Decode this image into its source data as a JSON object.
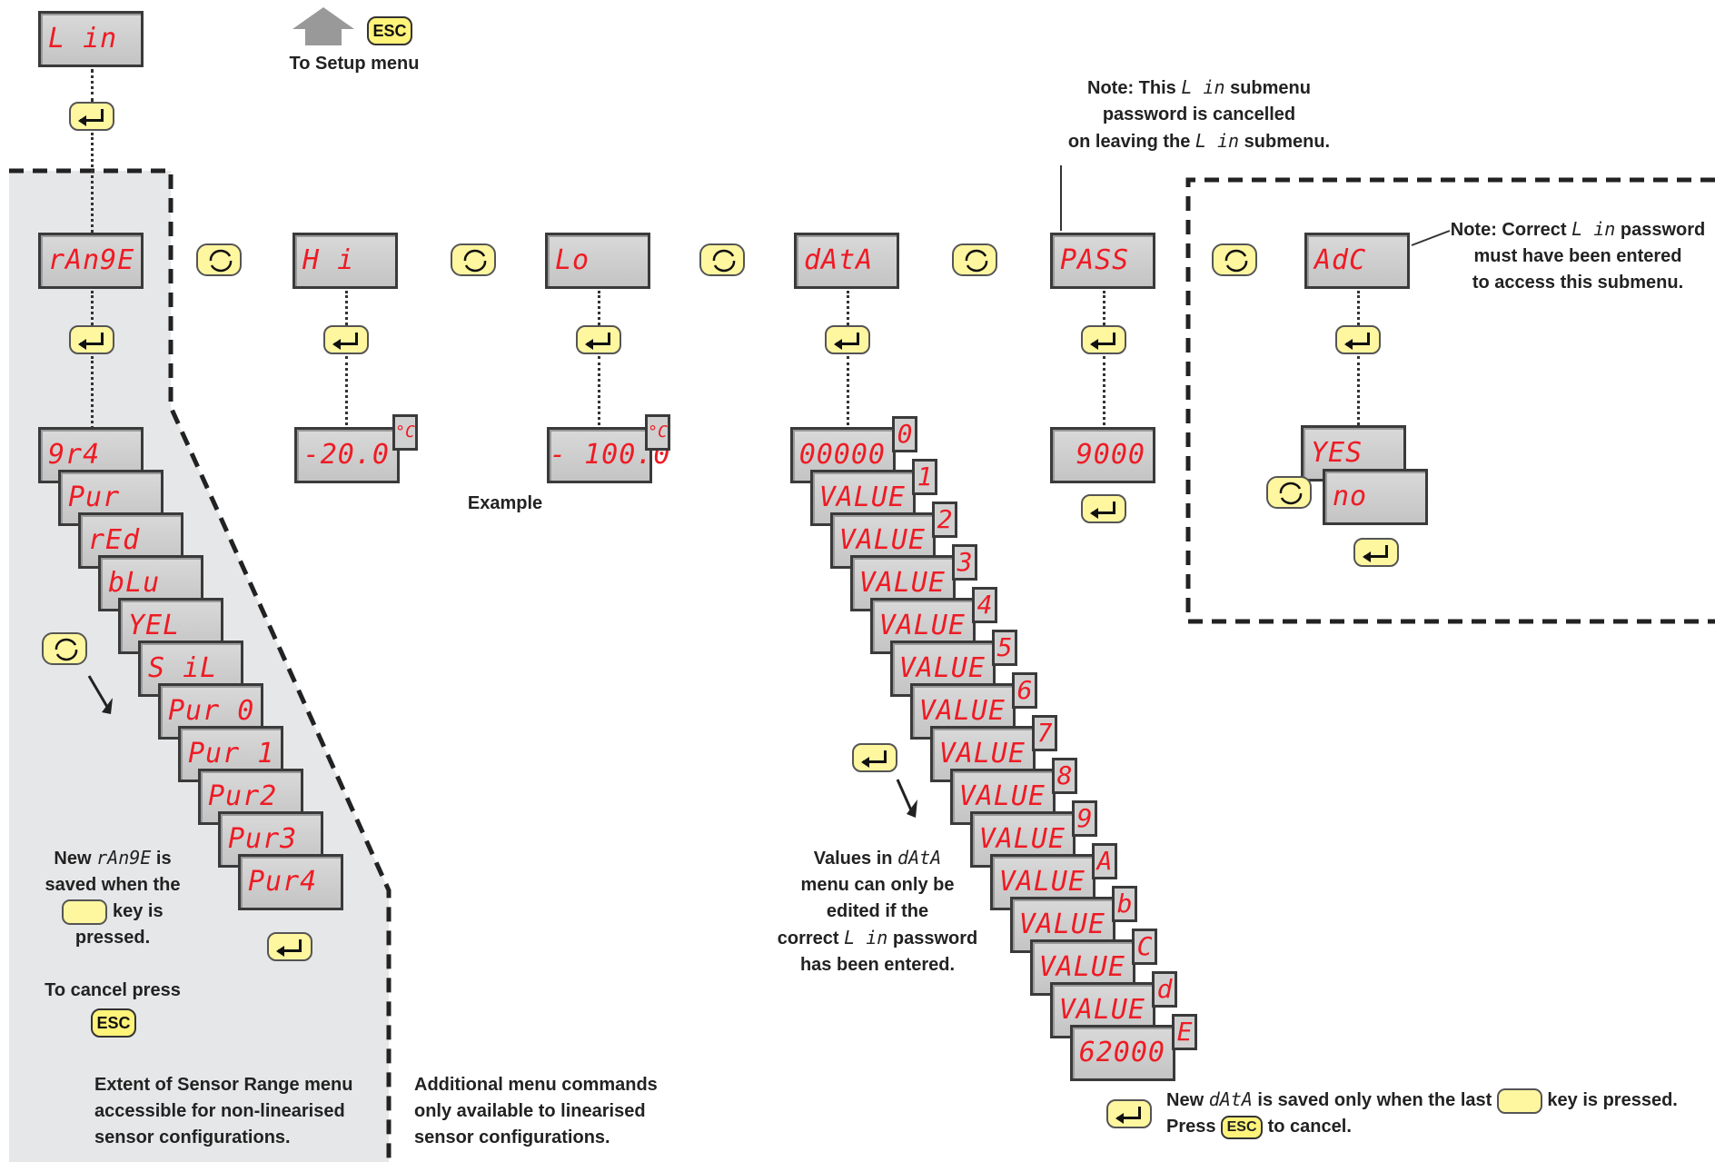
{
  "top": {
    "lin_display": "L in",
    "setup_label": "To Setup menu",
    "esc_label": "ESC"
  },
  "menu": {
    "range": "rAn9E",
    "hi": "H i",
    "lo": "Lo",
    "data": "dAtA",
    "pass": "PASS",
    "adc": "AdC"
  },
  "values": {
    "hi_value": "-20.0",
    "hi_unit": "°C",
    "lo_value": "- 100.0",
    "lo_unit": "°C",
    "pass_value": "9000",
    "example": "Example",
    "yes": "YES",
    "no": "no"
  },
  "range_list": [
    "9r4",
    "Pur",
    "rEd",
    "bLu",
    "YEL",
    "S iL",
    "Pur 0",
    "Pur 1",
    "Pur2",
    "Pur3",
    "Pur4"
  ],
  "data_list": [
    {
      "value": "00000",
      "index": "0"
    },
    {
      "value": "VALUE",
      "index": "1"
    },
    {
      "value": "VALUE",
      "index": "2"
    },
    {
      "value": "VALUE",
      "index": "3"
    },
    {
      "value": "VALUE",
      "index": "4"
    },
    {
      "value": "VALUE",
      "index": "5"
    },
    {
      "value": "VALUE",
      "index": "6"
    },
    {
      "value": "VALUE",
      "index": "7"
    },
    {
      "value": "VALUE",
      "index": "8"
    },
    {
      "value": "VALUE",
      "index": "9"
    },
    {
      "value": "VALUE",
      "index": "A"
    },
    {
      "value": "VALUE",
      "index": "b"
    },
    {
      "value": "VALUE",
      "index": "C"
    },
    {
      "value": "VALUE",
      "index": "d"
    },
    {
      "value": "62000",
      "index": "E"
    }
  ],
  "notes": {
    "pass_note_1": "Note: This",
    "pass_note_lin": "L in",
    "pass_note_2": "submenu",
    "pass_note_3": "password is cancelled",
    "pass_note_4": "on leaving the",
    "pass_note_5": "submenu.",
    "adc_note_1": "Note: Correct",
    "adc_note_2": "password",
    "adc_note_3": "must have been entered",
    "adc_note_4": "to access this submenu.",
    "range_saved_1": "New",
    "range_saved_seg": "rAn9E",
    "range_saved_2": "is",
    "range_saved_3": "saved when the",
    "range_saved_4": "key is",
    "range_saved_5": "pressed.",
    "cancel": "To cancel press",
    "extent": "Extent of Sensor Range menu accessible for non-linearised sensor configurations.",
    "additional": "Additional menu commands only available to linearised sensor configurations.",
    "data_values_1": "Values in",
    "data_values_seg": "dAtA",
    "data_values_2": "menu can only be",
    "data_values_3": "edited if the",
    "data_values_4": "correct",
    "data_values_5": "password",
    "data_values_6": "has been entered.",
    "data_saved_1": "New",
    "data_saved_seg": "dAtA",
    "data_saved_2": "is saved only when the last",
    "data_saved_3": "key is pressed.",
    "press": "Press",
    "to_cancel": "to cancel."
  },
  "colors": {
    "segment_red": "#ee1b24",
    "key_yellow": "#fff6a0",
    "region_gray": "#e6e7e8"
  }
}
